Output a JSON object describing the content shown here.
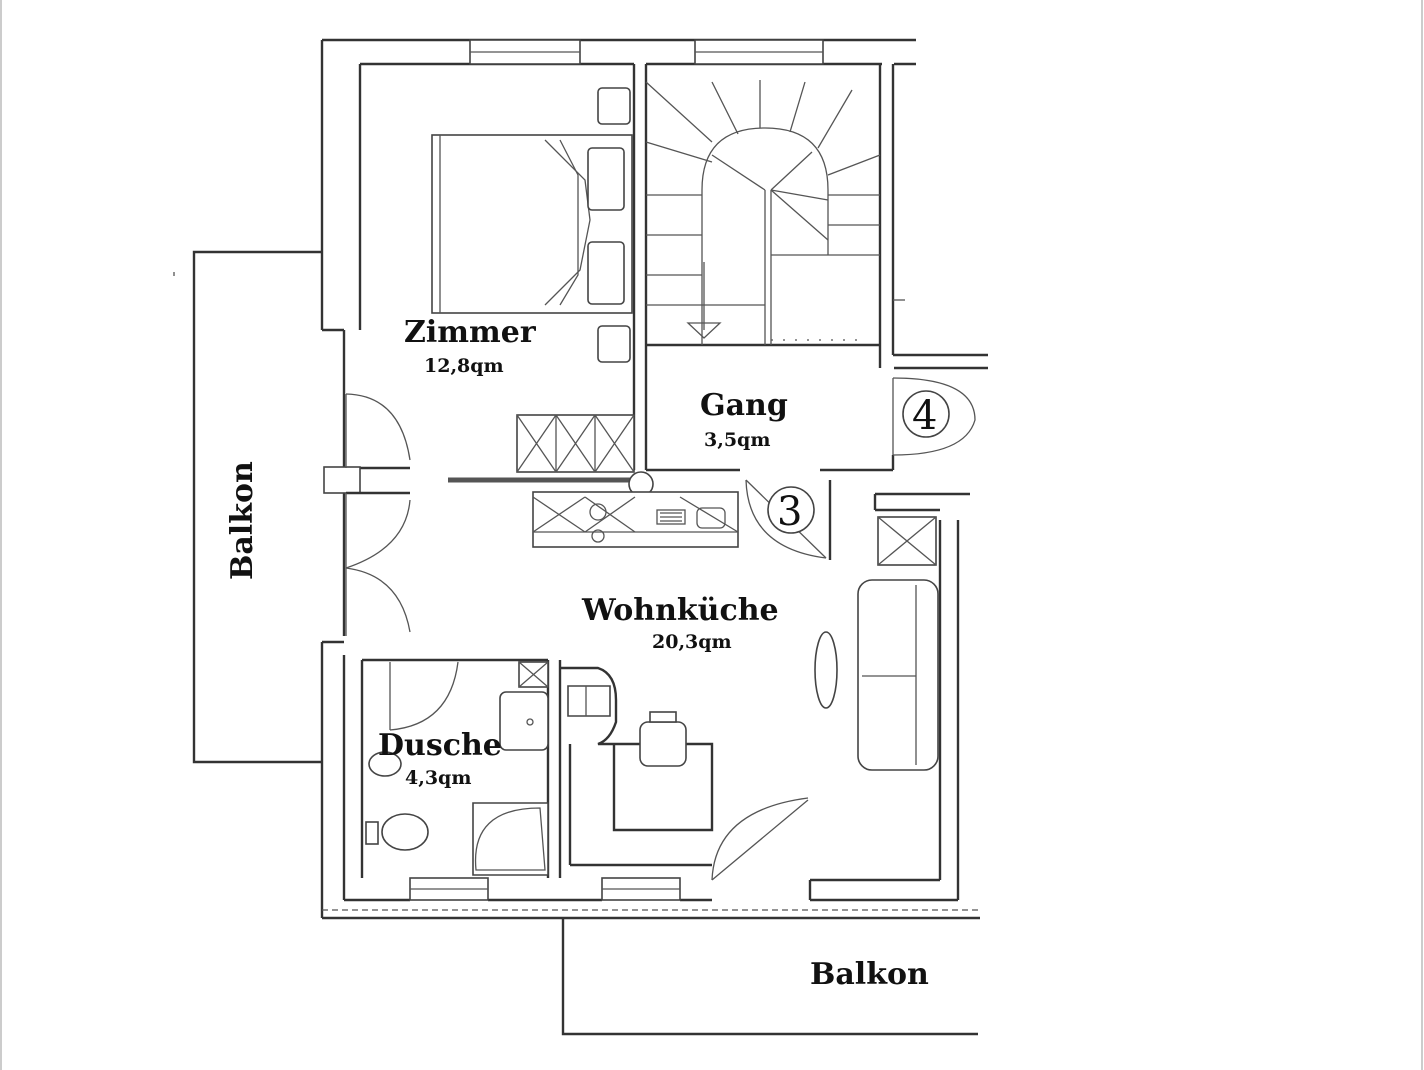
{
  "rooms": {
    "zimmer": {
      "name": "Zimmer",
      "area": "12,8qm"
    },
    "gang": {
      "name": "Gang",
      "area": "3,5qm"
    },
    "wohnkueche": {
      "name": "Wohnküche",
      "area": "20,3qm"
    },
    "dusche": {
      "name": "Dusche",
      "area": "4,3qm"
    }
  },
  "balconies": {
    "west": "Balkon",
    "south": "Balkon"
  },
  "markers": {
    "door_3": "3",
    "door_4": "4"
  }
}
